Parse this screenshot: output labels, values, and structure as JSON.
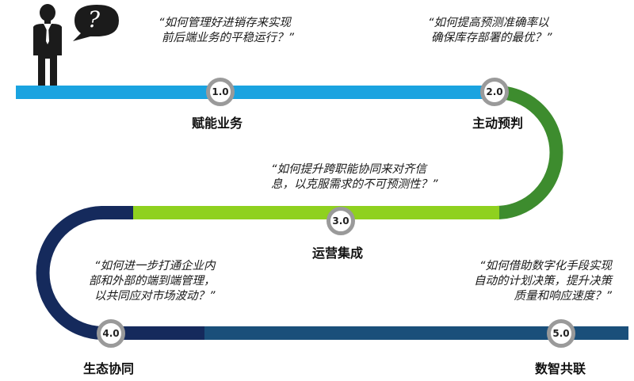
{
  "colors": {
    "stage1": "#1aa3e0",
    "stage2": "#3d8c2e",
    "stage3": "#8fd11f",
    "stage4": "#152a5c",
    "stage5": "#1a4f7a",
    "milestone_border": "#9a9a9a",
    "person": "#1b1b1b"
  },
  "bubble": {
    "symbol": "?"
  },
  "person": {
    "icon": "businessman-icon"
  },
  "milestones": [
    {
      "number": "1.0",
      "label": "赋能业务"
    },
    {
      "number": "2.0",
      "label": "主动预判"
    },
    {
      "number": "3.0",
      "label": "运营集成"
    },
    {
      "number": "4.0",
      "label": "生态协同"
    },
    {
      "number": "5.0",
      "label": "数智共联"
    }
  ],
  "questions": [
    {
      "lines": [
        "“如何管理好进销存来实现",
        "前后端业务的平稳运行？”"
      ]
    },
    {
      "lines": [
        "“如何提高预测准确率以",
        "确保库存部署的最优？”"
      ]
    },
    {
      "lines": [
        "“如何提升跨职能协同来对齐信",
        "息，以克服需求的不可预测性？”"
      ]
    },
    {
      "lines": [
        "“如何进一步打通企业内",
        "部和外部的端到端管理，",
        "以共同应对市场波动？”"
      ]
    },
    {
      "lines": [
        "“如何借助数字化手段实现",
        "自动的计划决策，提升决策",
        "质量和响应速度？”"
      ]
    }
  ]
}
